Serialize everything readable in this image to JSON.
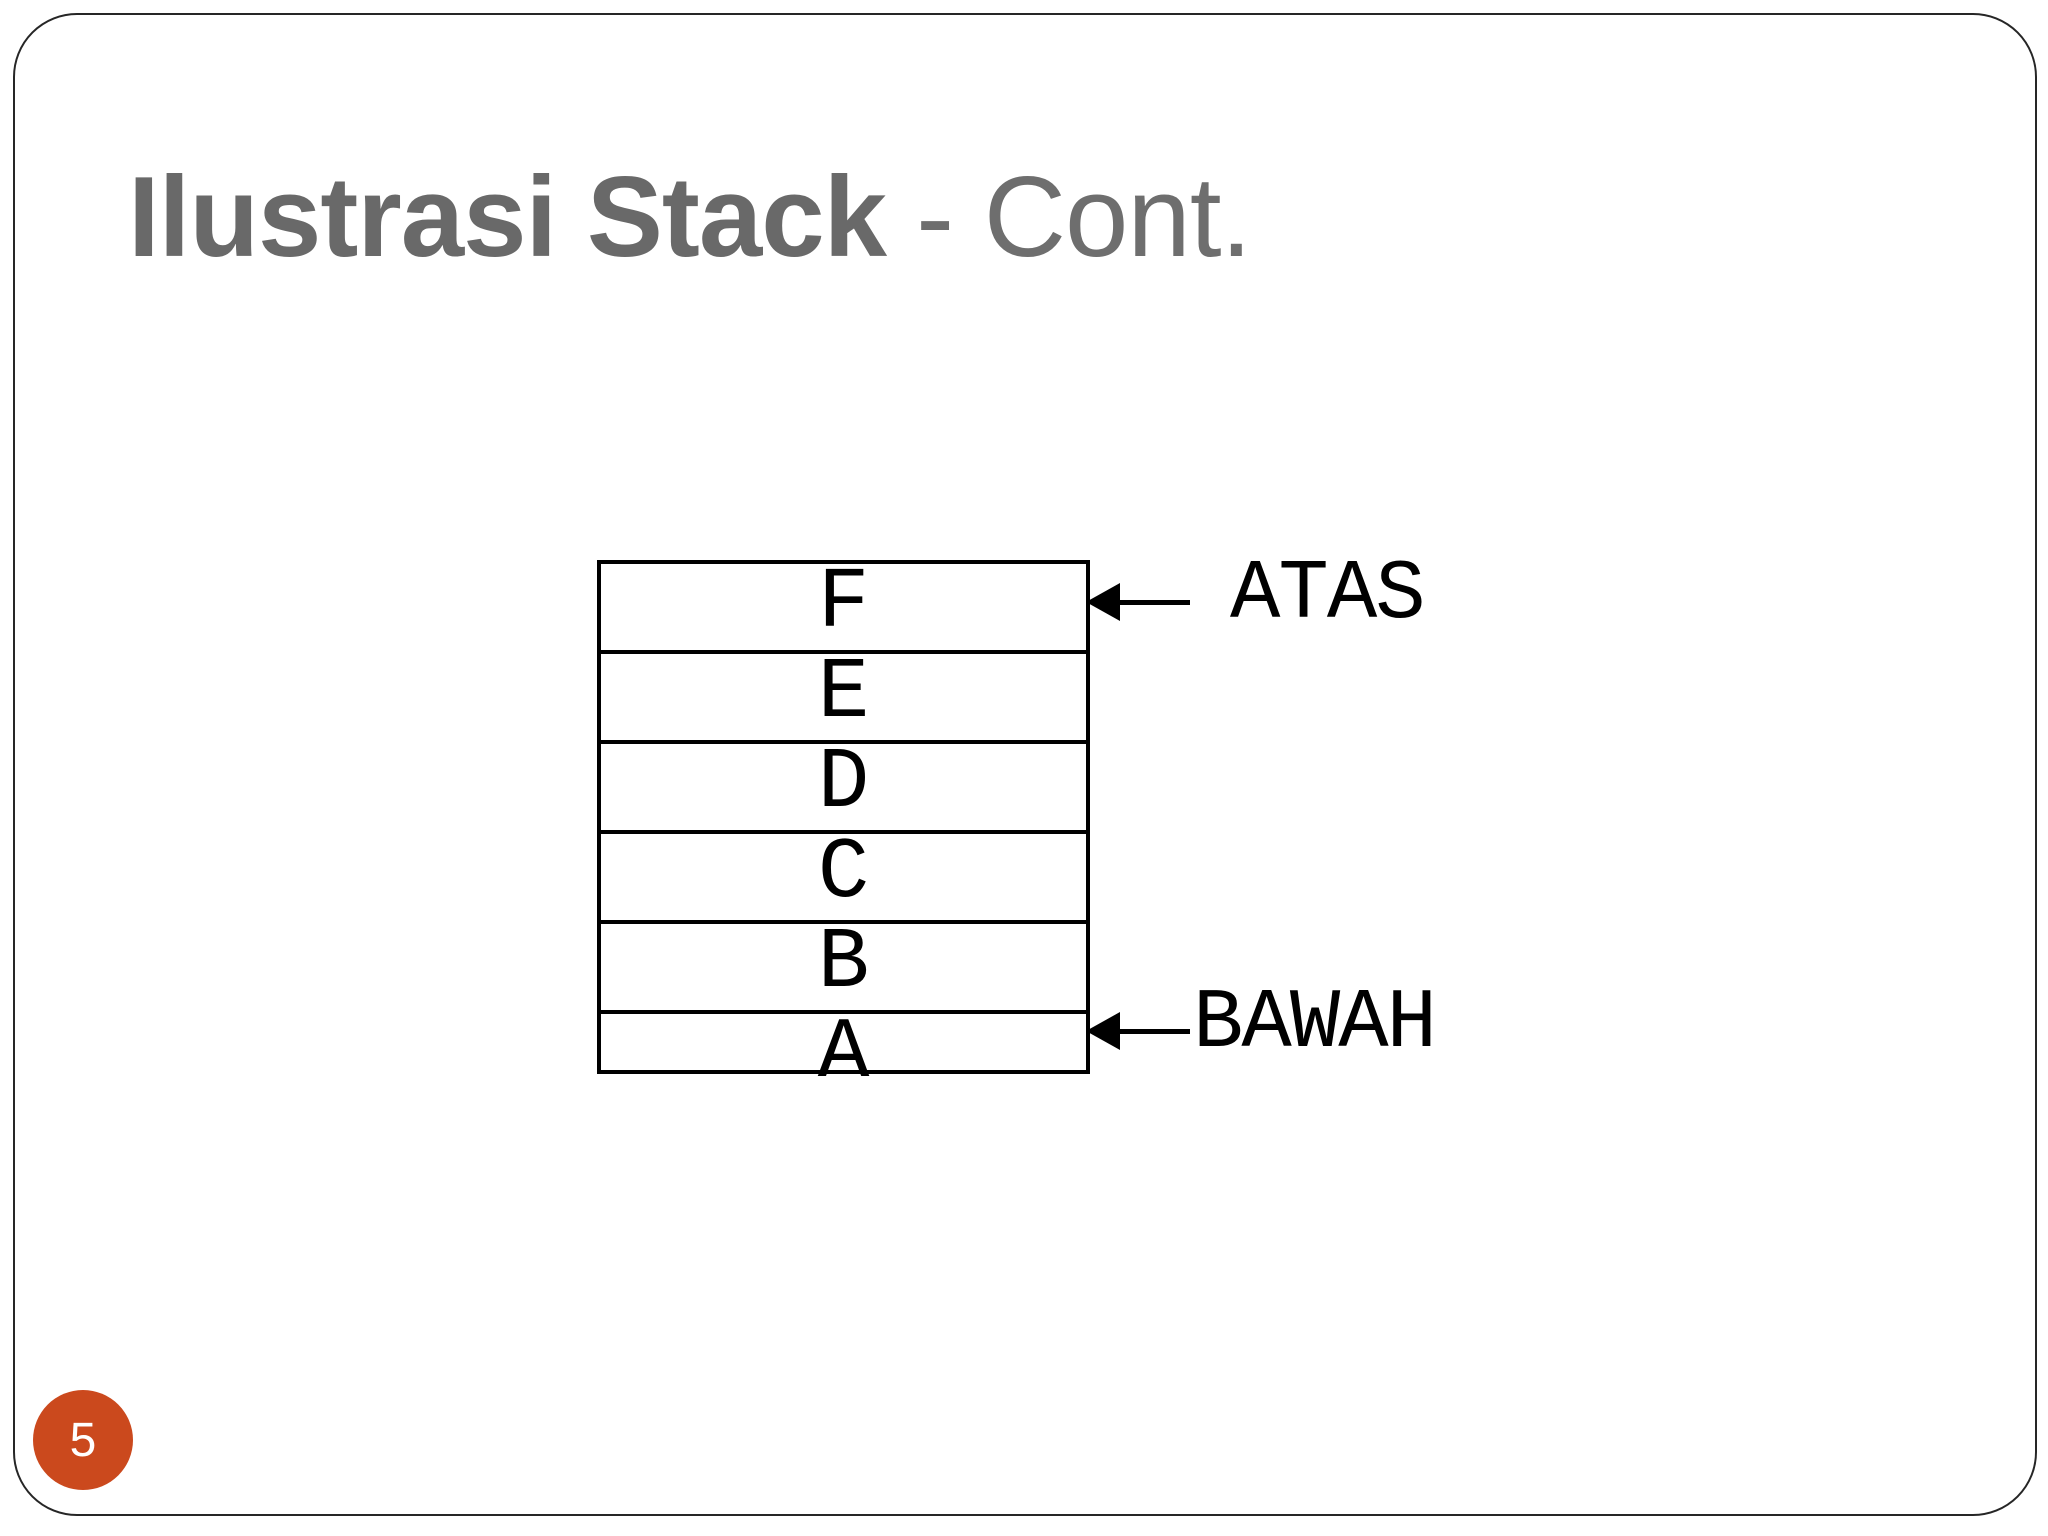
{
  "slide": {
    "title": {
      "bold": "Ilustrasi Stack",
      "regular": "- Cont."
    },
    "page_number": "5"
  },
  "diagram": {
    "stack_cells": [
      "F",
      "E",
      "D",
      "C",
      "B",
      "A"
    ],
    "top_label": "ATAS",
    "bottom_label": "BAWAH"
  },
  "colors": {
    "title_text": "#696969",
    "diagram_ink": "#000000",
    "slide_border": "#262626",
    "badge_background": "#cb491d",
    "badge_text": "#ffffff",
    "background": "#ffffff"
  }
}
